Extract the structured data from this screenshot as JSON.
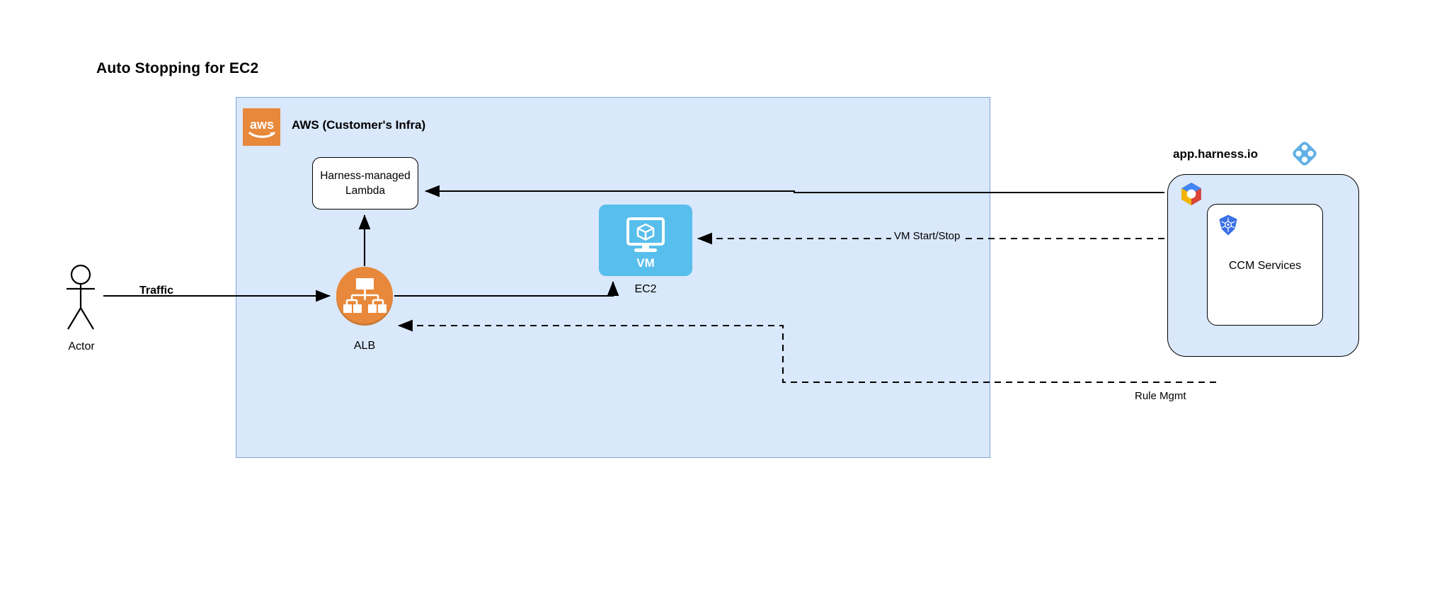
{
  "title": "Auto Stopping for EC2",
  "aws_boundary": {
    "label": "AWS (Customer's Infra)",
    "logo_name": "aws-logo",
    "logo_text": "aws",
    "fill": "#dae8fc",
    "border": "#7ea6d6",
    "logo_fill": "#e8883a"
  },
  "nodes": {
    "lambda": {
      "line1": "Harness-managed",
      "line2": "Lambda",
      "fill": "#ffffff",
      "border": "#000000"
    },
    "ec2": {
      "icon_label": "VM",
      "caption": "EC2",
      "fill": "#58beeb",
      "icon_name": "vm-monitor-icon"
    },
    "alb": {
      "caption": "ALB",
      "fill": "#e8883a",
      "icon_name": "load-balancer-icon"
    },
    "actor": {
      "caption": "Actor",
      "icon_name": "actor-stick-figure-icon"
    },
    "harness_cloud": {
      "title": "app.harness.io",
      "fill": "#dae8fc",
      "border": "#000000",
      "logo_name": "harness-logo",
      "logo_color": "#5fb0e5",
      "gcp_logo_name": "gcp-logo"
    },
    "ccm": {
      "label": "CCM Services",
      "fill": "#ffffff",
      "border": "#000000",
      "icon_name": "kubernetes-icon",
      "icon_color": "#3970e4"
    }
  },
  "edges": [
    {
      "id": "traffic",
      "label": "Traffic",
      "style": "solid",
      "bold_label": true
    },
    {
      "id": "alb-to-ec2",
      "label": "",
      "style": "solid"
    },
    {
      "id": "alb-to-lambda",
      "label": "",
      "style": "solid"
    },
    {
      "id": "harness-to-lambda",
      "label": "",
      "style": "solid"
    },
    {
      "id": "vm-start-stop",
      "label": "VM Start/Stop",
      "style": "dashed"
    },
    {
      "id": "rule-mgmt",
      "label": "Rule Mgmt",
      "style": "dashed"
    }
  ],
  "edge_labels": {
    "traffic": "Traffic",
    "vm_start_stop": "VM Start/Stop",
    "rule_mgmt": "Rule Mgmt"
  }
}
